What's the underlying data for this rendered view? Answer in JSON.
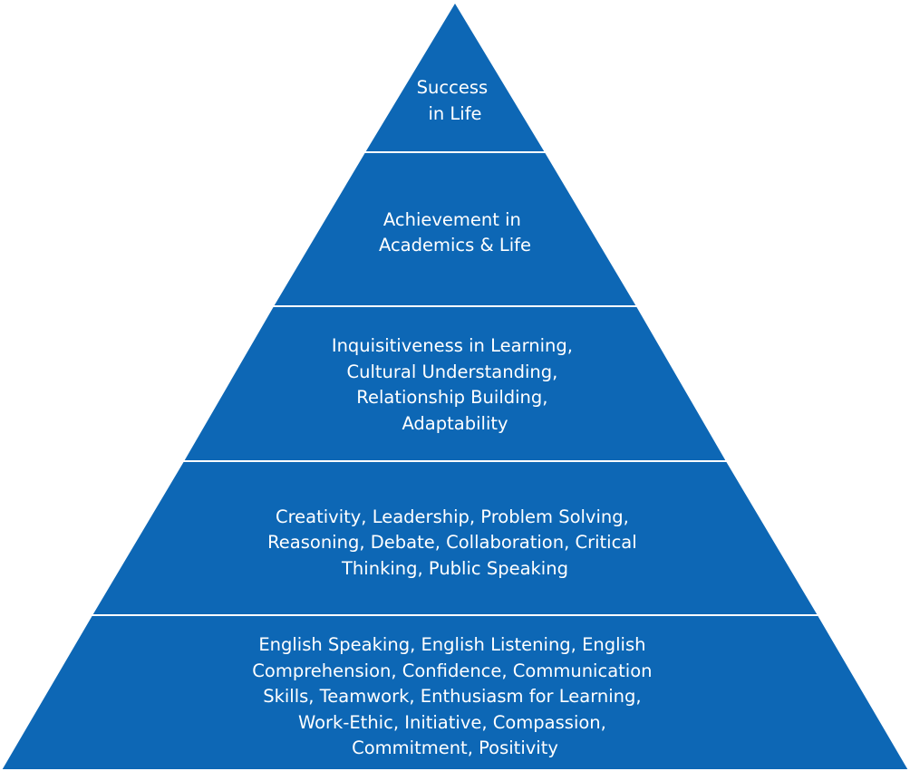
{
  "diagram": {
    "colors": {
      "fill": "#0d67b5",
      "separator": "#ffffff",
      "text": "#ffffff",
      "background": "#ffffff"
    },
    "tiers": [
      {
        "lines": [
          "Success",
          "in Life"
        ]
      },
      {
        "lines": [
          "Achievement in",
          "Academics & Life"
        ]
      },
      {
        "lines": [
          "Inquisitiveness in Learning,",
          "Cultural Understanding,",
          "Relationship Building,",
          "Adaptability"
        ]
      },
      {
        "lines": [
          "Creativity, Leadership, Problem Solving,",
          "Reasoning, Debate, Collaboration, Critical",
          "Thinking, Public Speaking"
        ]
      },
      {
        "lines": [
          "English Speaking, English Listening, English",
          "Comprehension, Confidence, Communication",
          "Skills, Teamwork, Enthusiasm for Learning,",
          "Work-Ethic, Initiative, Compassion,",
          "Commitment, Positivity"
        ]
      }
    ]
  }
}
